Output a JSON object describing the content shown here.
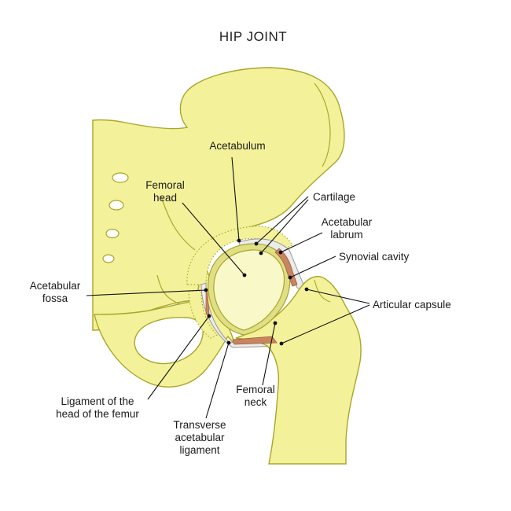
{
  "title": "HIP JOINT",
  "labels": {
    "acetabulum": "Acetabulum",
    "femoral_head_1": "Femoral",
    "femoral_head_2": "head",
    "cartilage": "Cartilage",
    "acetabular_labrum_1": "Acetabular",
    "acetabular_labrum_2": "labrum",
    "synovial_cavity": "Synovial cavity",
    "acetabular_fossa_1": "Acetabular",
    "acetabular_fossa_2": "fossa",
    "articular_capsule": "Articular capsule",
    "ligament_head_1": "Ligament of the",
    "ligament_head_2": "head of the femur",
    "femoral_neck_1": "Femoral",
    "femoral_neck_2": "neck",
    "transverse_1": "Transverse",
    "transverse_2": "acetabular",
    "transverse_3": "ligament"
  },
  "colors": {
    "bone_fill": "#f3f29a",
    "bone_outline": "#a9a62a",
    "femoral_head_fill": "#f8f8c8",
    "cartilage_fill": "#e0df86",
    "labrum_fill": "#c98560",
    "capsule_fill": "#ececec",
    "leader": "#111111"
  }
}
